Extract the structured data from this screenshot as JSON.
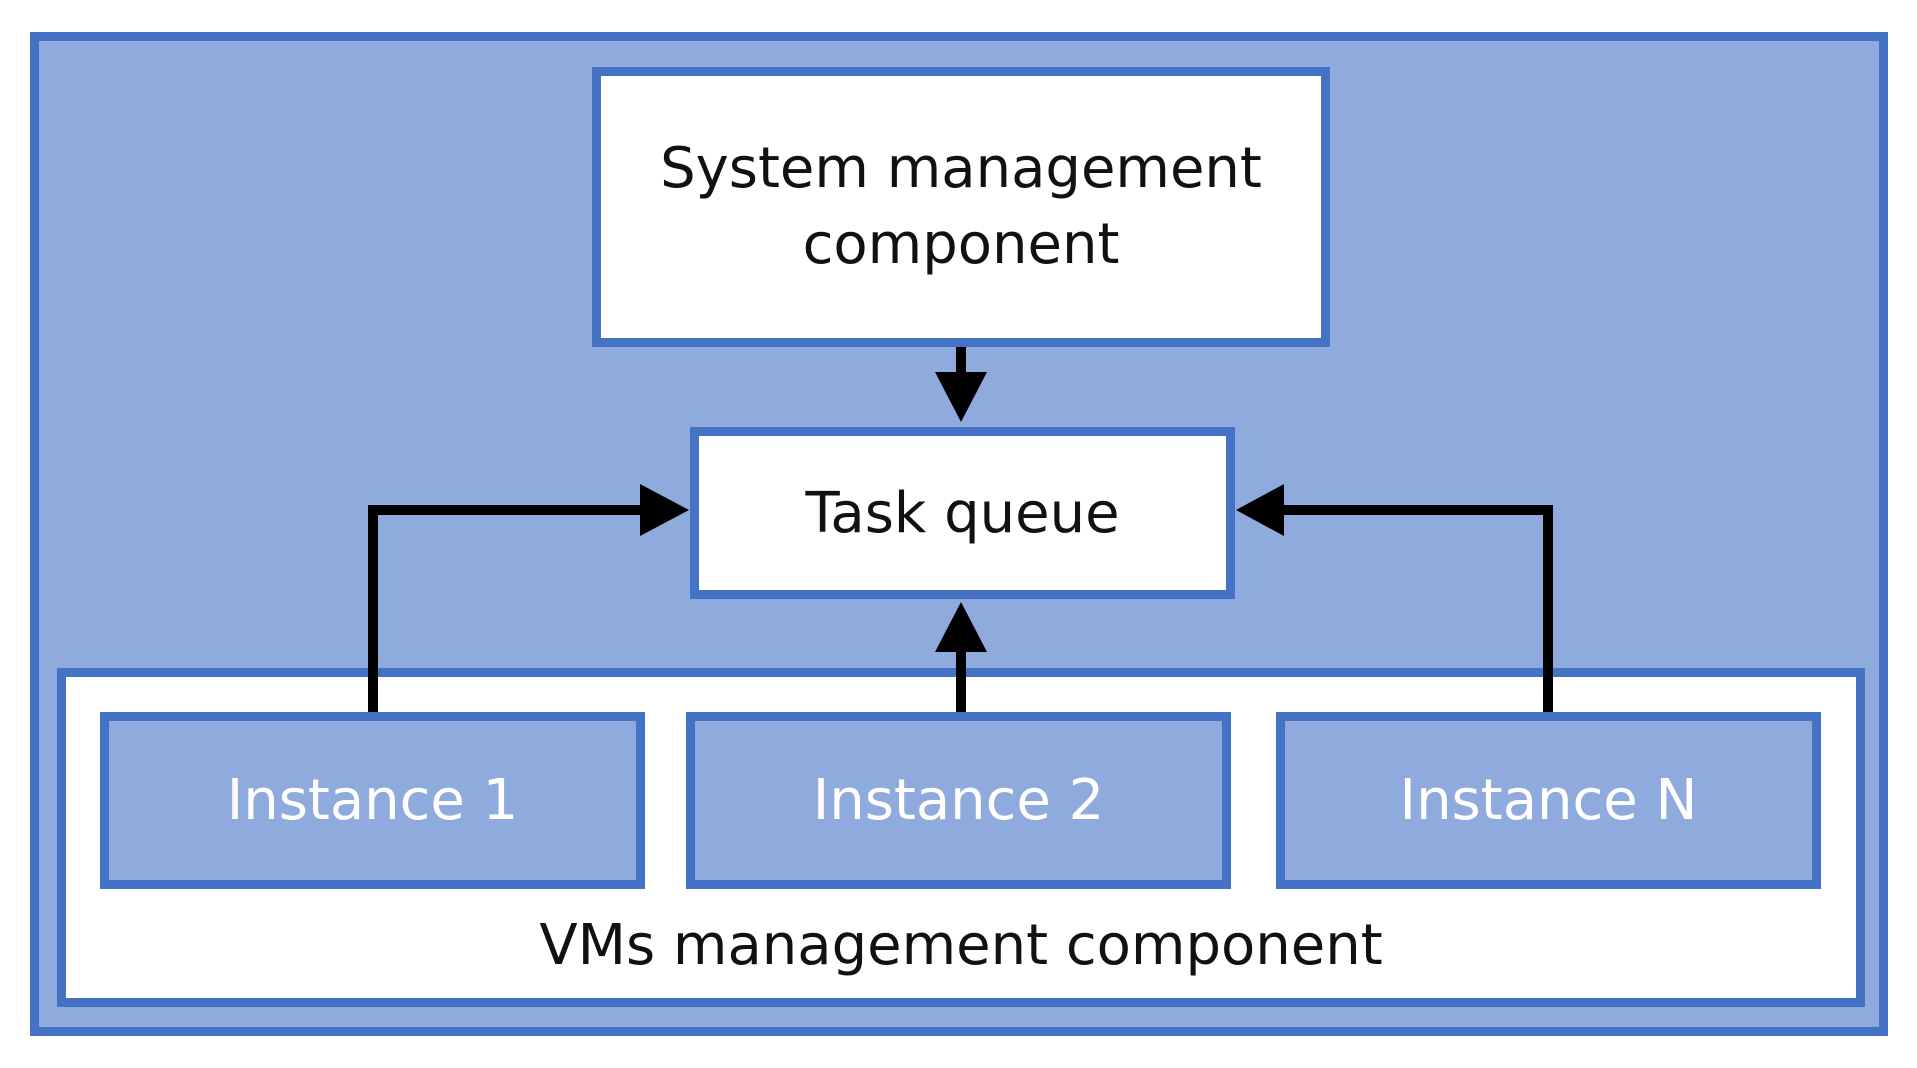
{
  "colors": {
    "background": "#8faadc",
    "border": "#4472c4",
    "box_fill": "#ffffff",
    "arrow": "#000000"
  },
  "system_box": {
    "label": "System management component"
  },
  "task_queue": {
    "label": "Task queue"
  },
  "vms_component": {
    "label": "VMs management component",
    "instances": [
      {
        "label": "Instance 1"
      },
      {
        "label": "Instance 2"
      },
      {
        "label": "Instance N"
      }
    ]
  }
}
